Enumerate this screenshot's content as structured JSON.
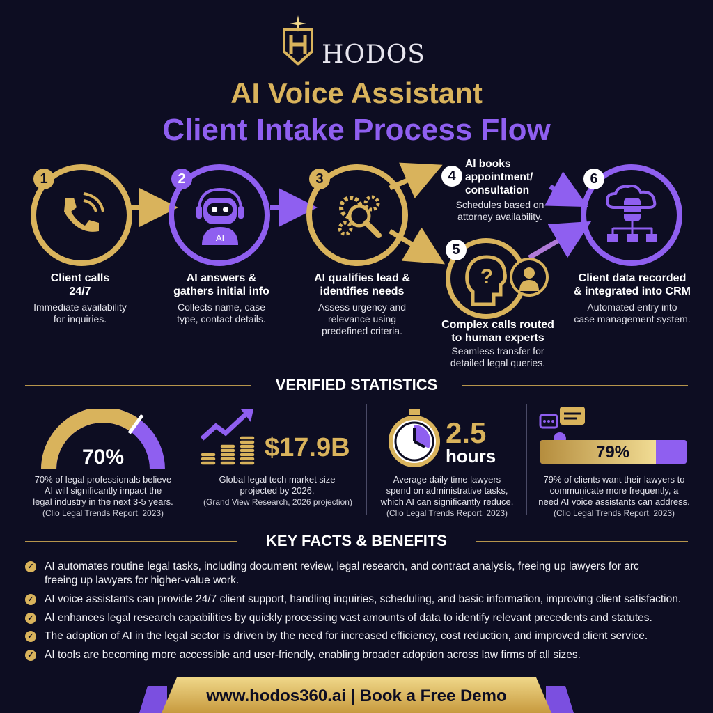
{
  "brand": {
    "name": "HODOS"
  },
  "title": {
    "line1": "AI Voice Assistant",
    "line2": "Client Intake Process Flow"
  },
  "steps": [
    {
      "num": "1",
      "title_a": "Client calls",
      "title_b": "24/7",
      "desc_a": "Immediate availability",
      "desc_b": "for inquiries.",
      "icon": "phone-icon"
    },
    {
      "num": "2",
      "title_a": "AI answers &",
      "title_b": "gathers initial info",
      "desc_a": "Collects name, case",
      "desc_b": "type, contact details.",
      "icon": "robot-icon",
      "icon_label": "AI"
    },
    {
      "num": "3",
      "title_a": "AI qualifies lead &",
      "title_b": "identifies needs",
      "desc_a": "Assess urgency and",
      "desc_b": "relevance using",
      "desc_c": "predefined criteria.",
      "icon": "gears-magnifier-icon"
    },
    {
      "num": "4",
      "title_a": "AI books",
      "title_b": "appointment/",
      "title_c": "consultation",
      "desc_a": "Schedules based on",
      "desc_b": "attorney availability.",
      "icon": "calendar-icon"
    },
    {
      "num": "5",
      "title_a": "Complex calls routed",
      "title_b": "to human experts",
      "desc_a": "Seamless transfer for",
      "desc_b": "detailed legal queries.",
      "icon": "question-head-icon"
    },
    {
      "num": "6",
      "title_a": "Client data recorded",
      "title_b": "& integrated into CRM",
      "desc_a": "Automated entry into",
      "desc_b": "case management system.",
      "icon": "cloud-database-icon"
    }
  ],
  "stats": {
    "heading": "VERIFIED STATISTICS",
    "items": [
      {
        "value": "70%",
        "gauge_fraction": 0.7,
        "desc_a": "70% of legal professionals believe",
        "desc_b": "AI will significantly impact the",
        "desc_c": "legal industry in the next 3-5 years.",
        "source": "(Clio Legal Trends Report, 2023)"
      },
      {
        "value": "$17.9B",
        "desc_a": "Global legal tech market size",
        "desc_b": "projected by 2026.",
        "source": "(Grand View Research, 2026 projection)"
      },
      {
        "value_a": "2.5",
        "value_b": "hours",
        "desc_a": "Average daily time lawyers",
        "desc_b": "spend on administrative tasks,",
        "desc_c": "which AI can significantly reduce.",
        "source": "(Clio Legal Trends Report, 2023)"
      },
      {
        "value": "79%",
        "bar_fraction": 0.79,
        "desc_a": "79% of clients want their lawyers to",
        "desc_b": "communicate more frequently, a",
        "desc_c": "need AI voice assistants can address.",
        "source": "(Clio Legal Trends Report, 2023)"
      }
    ]
  },
  "facts": {
    "heading": "KEY FACTS & BENEFITS",
    "items": [
      {
        "a": "AI automates routine legal tasks, including document review, legal research, and contract analysis, freeing up lawyers for arc",
        "b": "freeing up lawyers for higher-value work."
      },
      {
        "a": "AI voice assistants can provide 24/7 client support, handling inquiries, scheduling, and basic information, improving client satisfaction."
      },
      {
        "a": "AI enhances legal research capabilities by quickly processing vast amounts of data to identify relevant precedents and statutes."
      },
      {
        "a": "The adoption of AI in the legal sector is driven by the need for increased efficiency, cost reduction, and improved client service."
      },
      {
        "a": "AI tools are becoming more accessible and user-friendly, enabling broader adoption across law firms of all sizes."
      }
    ]
  },
  "cta": {
    "text": "www.hodos360.ai | Book a Free Demo"
  },
  "colors": {
    "gold": "#d9b35c",
    "purple": "#8f5ff0",
    "background": "#0d0d22"
  }
}
